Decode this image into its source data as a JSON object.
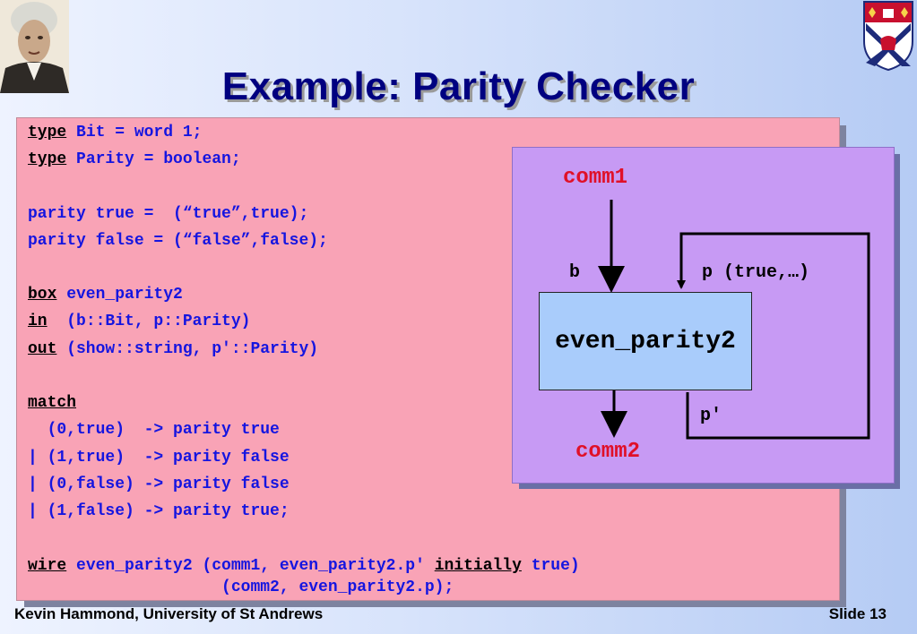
{
  "slide": {
    "title": "Example: Parity Checker",
    "footer_left": "Kevin Hammond, University of St Andrews",
    "footer_right": "Slide 13"
  },
  "code": {
    "line1_kw": "type",
    "line1_rest": " Bit = word 1;",
    "line2_kw": "type",
    "line2_rest": " Parity = boolean;",
    "line3": "parity true =  (“true”,true);",
    "line4": "parity false = (“false”,false);",
    "line5_kw": "box",
    "line5_rest": " even_parity2",
    "line6_kw": "in",
    "line6_rest": "  (b::Bit, p::Parity)",
    "line7_kw": "out",
    "line7_rest": " (show::string, p'::Parity)",
    "line8_kw": "match",
    "line9": "  (0,true)  -> parity true",
    "line10": "| (1,true)  -> parity false",
    "line11": "| (0,false) -> parity false",
    "line12": "| (1,false) -> parity true;",
    "line13_kw1": "wire",
    "line13_mid": " even_parity2 (comm1, even_parity2.p' ",
    "line13_kw2": "initially",
    "line13_end": " true)",
    "line14": "                    (comm2, even_parity2.p);"
  },
  "diagram": {
    "input_wire": "comm1",
    "output_wire": "comm2",
    "label_b": "b",
    "label_p": "p (true,…)",
    "box_name": "even_parity2",
    "label_p_prime": "p′"
  },
  "colors": {
    "code_text": "#1515e0",
    "keyword": "#000000",
    "code_bg": "#f9a3b6",
    "diagram_bg": "#c79af4",
    "box_bg": "#a9ccfb",
    "wire_label": "#e01028",
    "title": "#000080"
  }
}
